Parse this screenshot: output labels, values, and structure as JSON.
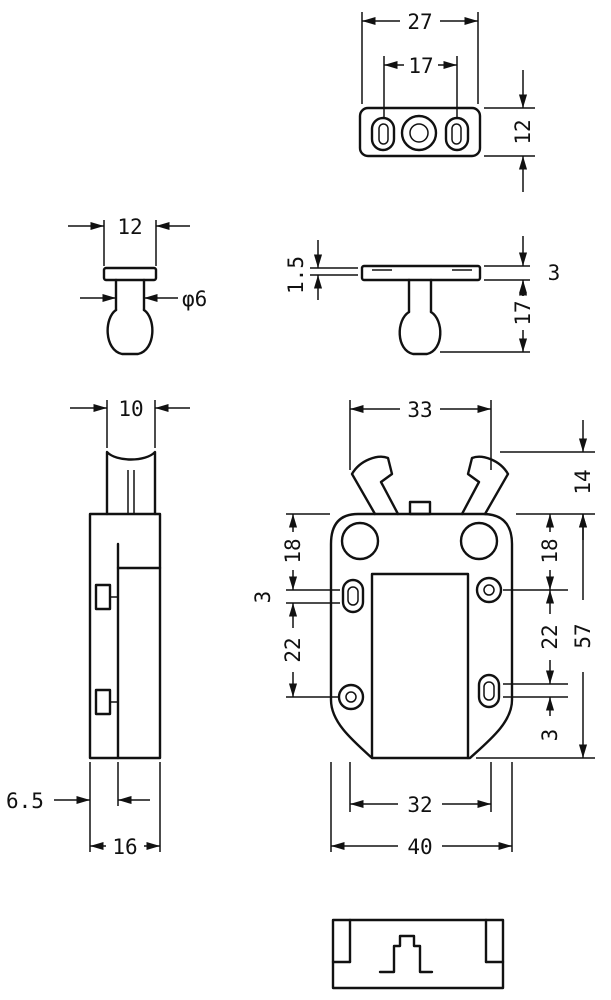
{
  "dimensions": {
    "top_width": "27",
    "top_slot_spacing": "17",
    "top_height": "12",
    "knob_width": "12",
    "knob_diameter": "φ6",
    "flange_thickness": "1.5",
    "flange_right": "3",
    "stem_length": "17",
    "side_width": "10",
    "side_offset": "6.5",
    "side_depth": "16",
    "front_jaw_width": "33",
    "front_jaw_height": "14",
    "front_top_to_hole": "18",
    "front_slot_gap_left": "3",
    "front_hole_spacing_left": "22",
    "front_top_to_hole_right": "18",
    "front_hole_spacing_right": "22",
    "front_slot_gap_right": "3",
    "front_total_height": "57",
    "front_inner_width": "32",
    "front_total_width": "40"
  }
}
